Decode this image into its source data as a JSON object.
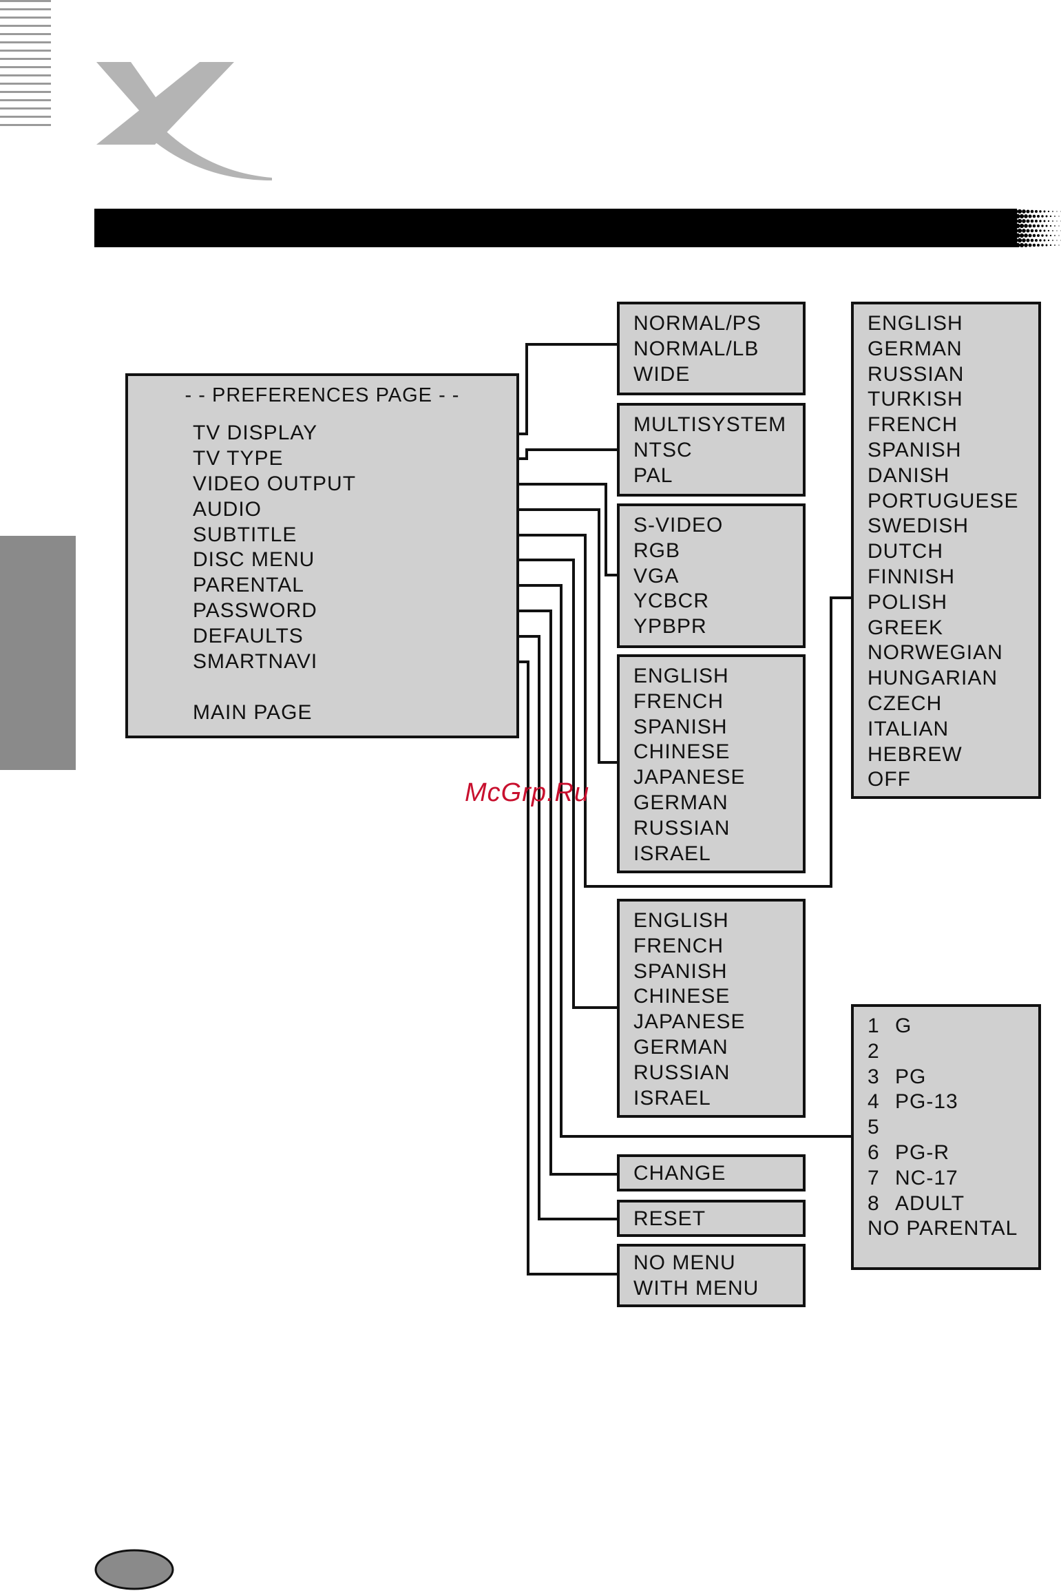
{
  "brand": {
    "logo_letter": "X",
    "watermark": "McGrp.Ru"
  },
  "main_menu": {
    "title": "- - PREFERENCES PAGE - -",
    "items": [
      "TV DISPLAY",
      "TV TYPE",
      "VIDEO OUTPUT",
      "AUDIO",
      "SUBTITLE",
      "DISC MENU",
      "PARENTAL",
      "PASSWORD",
      "DEFAULTS",
      "SMARTNAVI"
    ],
    "footer": "MAIN PAGE"
  },
  "submenus": {
    "tv_display": [
      "NORMAL/PS",
      "NORMAL/LB",
      "WIDE"
    ],
    "tv_type": [
      "MULTISYSTEM",
      "NTSC",
      "PAL"
    ],
    "video_output": [
      "S-VIDEO",
      "RGB",
      "VGA",
      "YCBCR",
      "YPBPR"
    ],
    "audio": [
      "ENGLISH",
      "FRENCH",
      "SPANISH",
      "CHINESE",
      "JAPANESE",
      "GERMAN",
      "RUSSIAN",
      "ISRAEL"
    ],
    "subtitle": [
      "ENGLISH",
      "GERMAN",
      "RUSSIAN",
      "TURKISH",
      "FRENCH",
      "SPANISH",
      "DANISH",
      "PORTUGUESE",
      "SWEDISH",
      "DUTCH",
      "FINNISH",
      "POLISH",
      "GREEK",
      "NORWEGIAN",
      "HUNGARIAN",
      "CZECH",
      "ITALIAN",
      "HEBREW",
      "OFF"
    ],
    "disc_menu": [
      "ENGLISH",
      "FRENCH",
      "SPANISH",
      "CHINESE",
      "JAPANESE",
      "GERMAN",
      "RUSSIAN",
      "ISRAEL"
    ],
    "parental": [
      {
        "num": "1",
        "label": "G"
      },
      {
        "num": "2",
        "label": ""
      },
      {
        "num": "3",
        "label": "PG"
      },
      {
        "num": "4",
        "label": "PG-13"
      },
      {
        "num": "5",
        "label": ""
      },
      {
        "num": "6",
        "label": "PG-R"
      },
      {
        "num": "7",
        "label": "NC-17"
      },
      {
        "num": "8",
        "label": "ADULT"
      },
      {
        "num": "NO PARENTAL",
        "label": ""
      }
    ],
    "password": [
      "CHANGE"
    ],
    "defaults": [
      "RESET"
    ],
    "smartnavi": [
      "NO MENU",
      "WITH MENU"
    ]
  },
  "colors": {
    "box_fill": "#d0d0d0",
    "line": "#111111",
    "side_tab": "#8a8a8a",
    "logo": "#b4b4b4"
  }
}
